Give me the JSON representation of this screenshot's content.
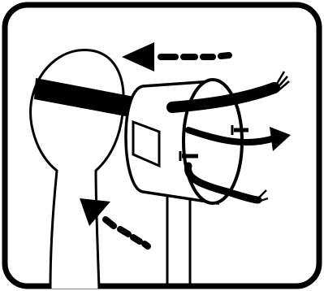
{
  "illustration": {
    "kind": "instruction-pictogram",
    "colors": {
      "line": "#000000",
      "background": "#ffffff"
    },
    "arrows": [
      {
        "name": "left-arrow",
        "style": "dashed",
        "direction": "left"
      },
      {
        "name": "right-arrow",
        "style": "curved",
        "direction": "right"
      },
      {
        "name": "up-arrow",
        "style": "dashed",
        "direction": "up-left"
      }
    ]
  }
}
